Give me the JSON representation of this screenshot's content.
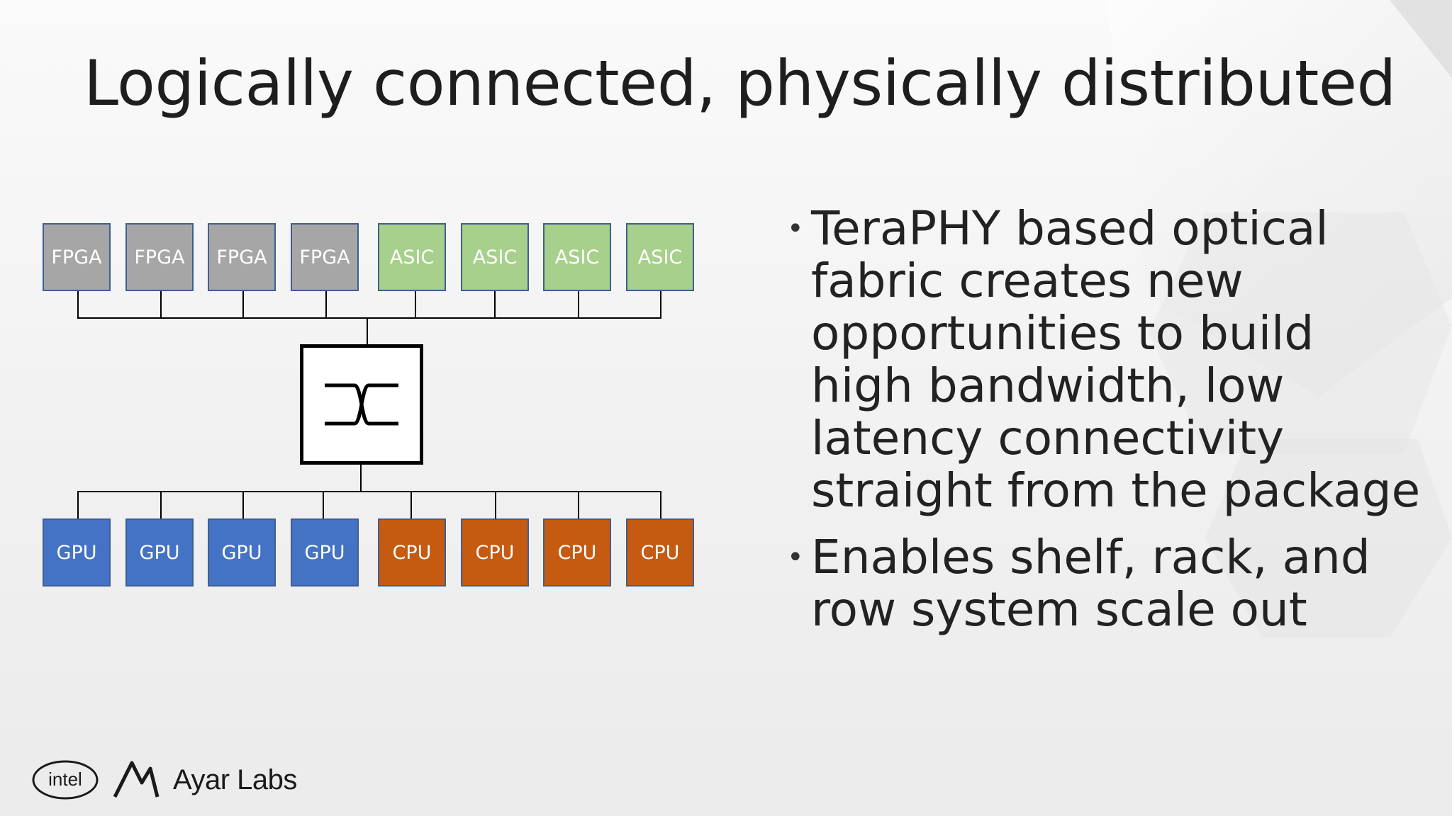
{
  "title": "Logically connected, physically distributed",
  "diagram": {
    "top_nodes": [
      {
        "label": "FPGA",
        "type": "fpga"
      },
      {
        "label": "FPGA",
        "type": "fpga"
      },
      {
        "label": "FPGA",
        "type": "fpga"
      },
      {
        "label": "FPGA",
        "type": "fpga"
      },
      {
        "label": "ASIC",
        "type": "asic"
      },
      {
        "label": "ASIC",
        "type": "asic"
      },
      {
        "label": "ASIC",
        "type": "asic"
      },
      {
        "label": "ASIC",
        "type": "asic"
      }
    ],
    "bottom_nodes": [
      {
        "label": "GPU",
        "type": "gpu"
      },
      {
        "label": "GPU",
        "type": "gpu"
      },
      {
        "label": "GPU",
        "type": "gpu"
      },
      {
        "label": "GPU",
        "type": "gpu"
      },
      {
        "label": "CPU",
        "type": "cpu"
      },
      {
        "label": "CPU",
        "type": "cpu"
      },
      {
        "label": "CPU",
        "type": "cpu"
      },
      {
        "label": "CPU",
        "type": "cpu"
      }
    ],
    "switch_icon": "optical-switch-icon",
    "colors": {
      "fpga": "#a6a6a6",
      "asic": "#a8d08d",
      "gpu": "#4472c4",
      "cpu": "#c55a11",
      "border": "#3f5f92"
    }
  },
  "bullets": [
    {
      "text": "TeraPHY based optical fabric creates new opportunities to build high bandwidth, low latency connectivity straight from the package"
    },
    {
      "text": "Enables shelf, rack, and row system scale out"
    }
  ],
  "footer": {
    "intel_logo_text": "intel",
    "ayar_text": "Ayar Labs"
  }
}
